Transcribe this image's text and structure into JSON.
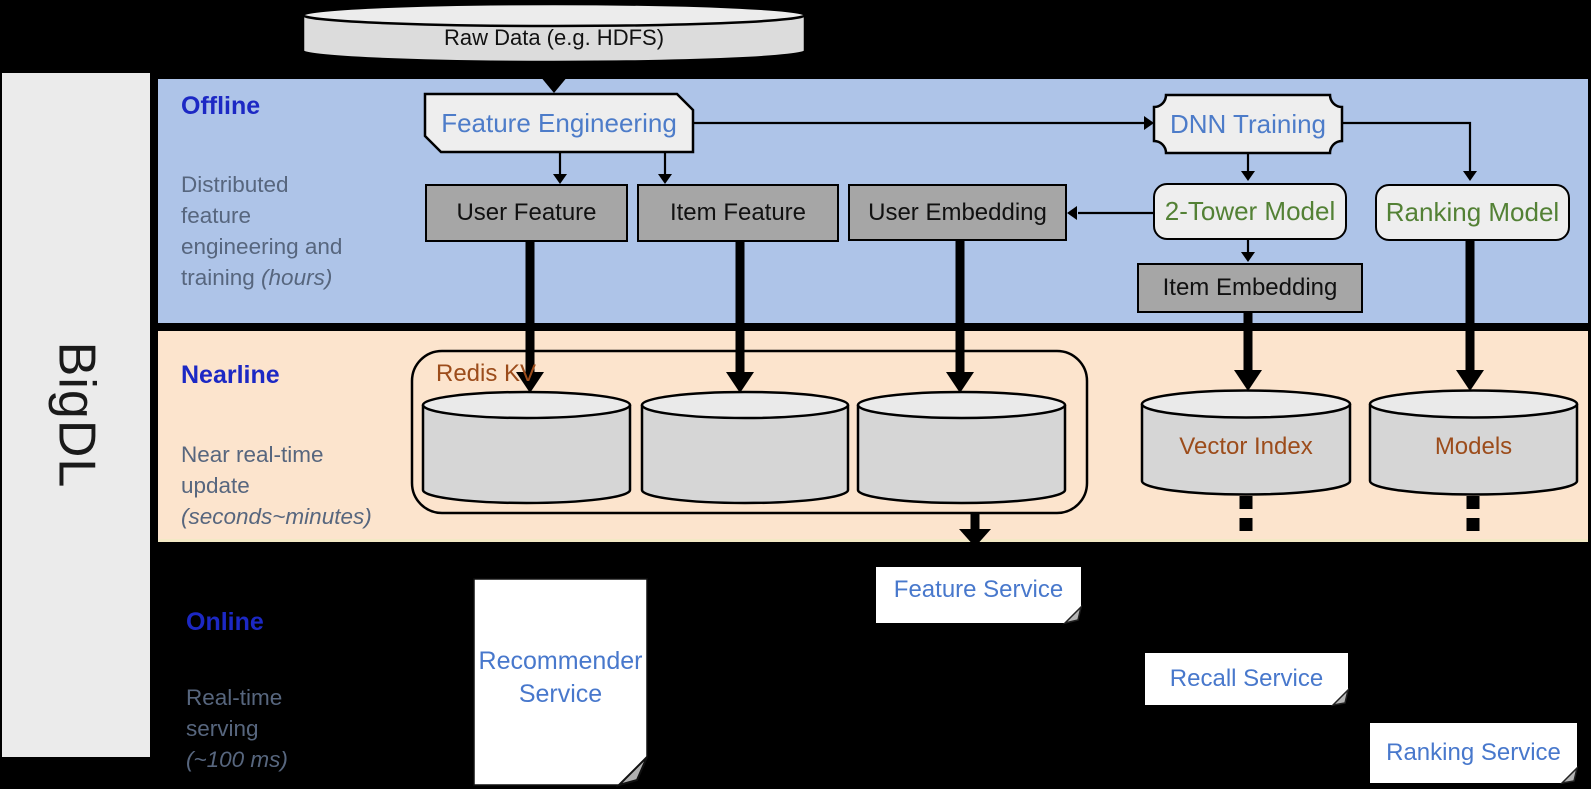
{
  "sidebar": {
    "label": "BigDL"
  },
  "bands": {
    "offline": {
      "title": "Offline",
      "desc": "Distributed\nfeature\nengineering and\ntraining ",
      "desc_italic": "(hours)"
    },
    "nearline": {
      "title": "Nearline",
      "desc": "Near real-time\nupdate\n",
      "desc_italic": "(seconds~minutes)"
    },
    "online": {
      "title": "Online",
      "desc": "Real-time\nserving\n",
      "desc_italic": "(~100 ms)"
    }
  },
  "nodes": {
    "raw_data": "Raw Data (e.g. HDFS)",
    "feature_engineering": "Feature Engineering",
    "dnn_training": "DNN Training",
    "user_feature": "User Feature",
    "item_feature": "Item Feature",
    "user_embedding": "User Embedding",
    "two_tower_model": "2-Tower Model",
    "ranking_model": "Ranking Model",
    "item_embedding": "Item Embedding",
    "redis_kv": "Redis KV",
    "vector_index": "Vector Index",
    "models": "Models",
    "recommender_service": "Recommender Service",
    "feature_service": "Feature Service",
    "recall_service": "Recall Service",
    "ranking_service": "Ranking Service"
  },
  "colors": {
    "offline_band": "#aec4e8",
    "nearline_band": "#fce4cd",
    "band_title_blue": "#1c28c4",
    "desc_gray": "#57667e",
    "node_blue": "#4d7cc9",
    "node_green": "#538135",
    "storage_brown": "#9c4c1b",
    "service_blue": "#4878cc",
    "gray_box": "#a6a6a6",
    "light_shape": "#eeeeee",
    "background": "#000000"
  }
}
